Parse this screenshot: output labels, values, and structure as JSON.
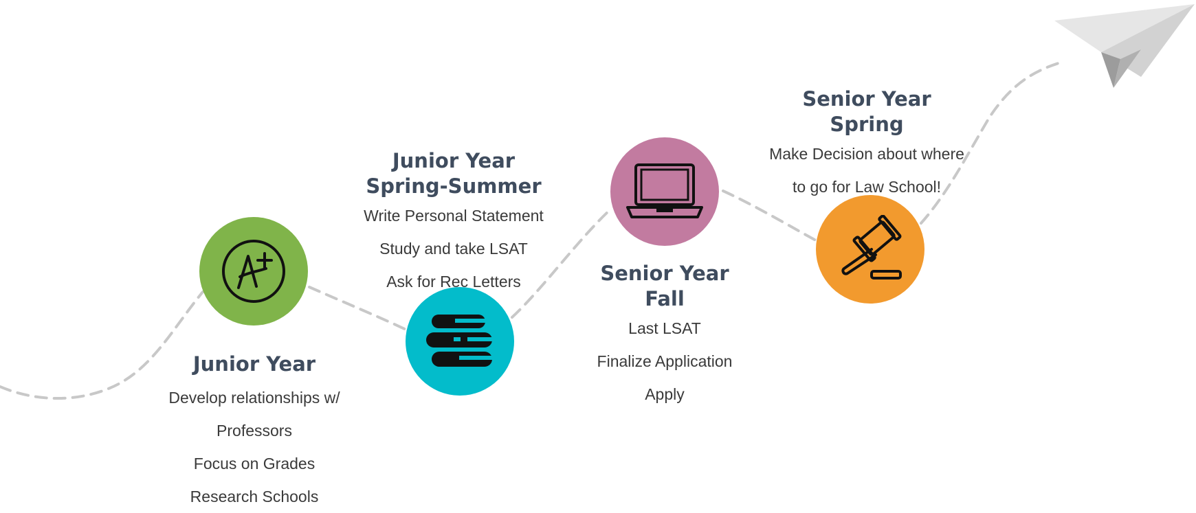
{
  "colors": {
    "junior_year": "#80b44a",
    "junior_spring_summer": "#03bccb",
    "senior_fall": "#c27ba0",
    "senior_spring": "#f29a2e",
    "title_text": "#3f4c5e",
    "body_text": "#3a3a3a",
    "path_dash": "#c8c8c8"
  },
  "milestones": [
    {
      "icon": "grade-a-plus-icon",
      "title_lines": [
        "Junior Year"
      ],
      "items": [
        "Develop relationships w/",
        "Professors",
        "Focus on Grades",
        "Research Schools"
      ]
    },
    {
      "icon": "books-icon",
      "title_lines": [
        "Junior Year",
        "Spring-Summer"
      ],
      "items": [
        "Write Personal Statement",
        "Study and take LSAT",
        "Ask for Rec Letters"
      ]
    },
    {
      "icon": "laptop-icon",
      "title_lines": [
        "Senior Year",
        "Fall"
      ],
      "items": [
        "Last LSAT",
        "Finalize Application",
        "Apply"
      ]
    },
    {
      "icon": "gavel-icon",
      "title_lines": [
        "Senior Year",
        "Spring"
      ],
      "items": [
        "Make Decision about where",
        "to go for Law School!"
      ]
    }
  ],
  "decoration": {
    "end_icon": "paper-plane-icon"
  }
}
